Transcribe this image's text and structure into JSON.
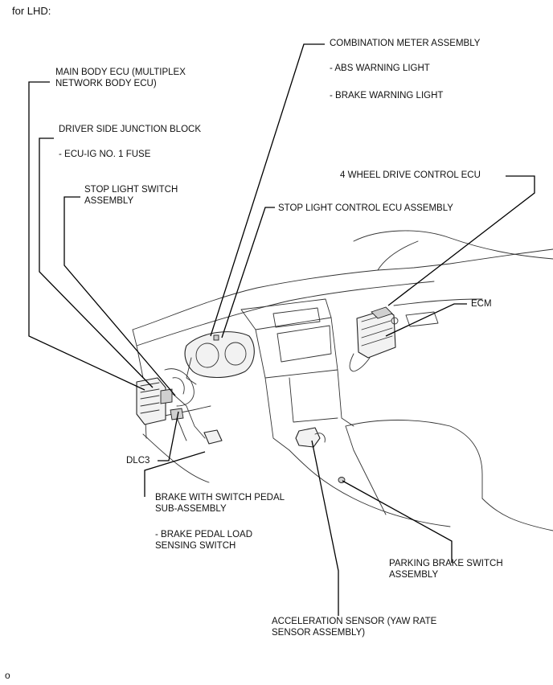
{
  "header": {
    "variant": "for LHD:"
  },
  "labels": {
    "combination_meter": "COMBINATION METER ASSEMBLY",
    "abs_warning": "- ABS WARNING LIGHT",
    "brake_warning": "- BRAKE WARNING LIGHT",
    "main_body_ecu": "MAIN BODY ECU (MULTIPLEX\nNETWORK BODY ECU)",
    "driver_jb": "DRIVER SIDE JUNCTION BLOCK",
    "ecu_ig_fuse": "- ECU-IG NO. 1 FUSE",
    "four_wd_ecu": "4 WHEEL DRIVE CONTROL ECU",
    "stop_light_switch": "STOP LIGHT SWITCH\nASSEMBLY",
    "stop_light_ecu": "STOP LIGHT CONTROL ECU ASSEMBLY",
    "ecm": "ECM",
    "dlc3": "DLC3",
    "brake_pedal": "BRAKE WITH SWITCH PEDAL\nSUB-ASSEMBLY",
    "brake_load_switch": "- BRAKE PEDAL LOAD\nSENSING SWITCH",
    "parking_brake": "PARKING BRAKE SWITCH\nASSEMBLY",
    "accel_sensor": "ACCELERATION SENSOR (YAW RATE\nSENSOR ASSEMBLY)"
  },
  "footer": {
    "figure_code": "o"
  }
}
